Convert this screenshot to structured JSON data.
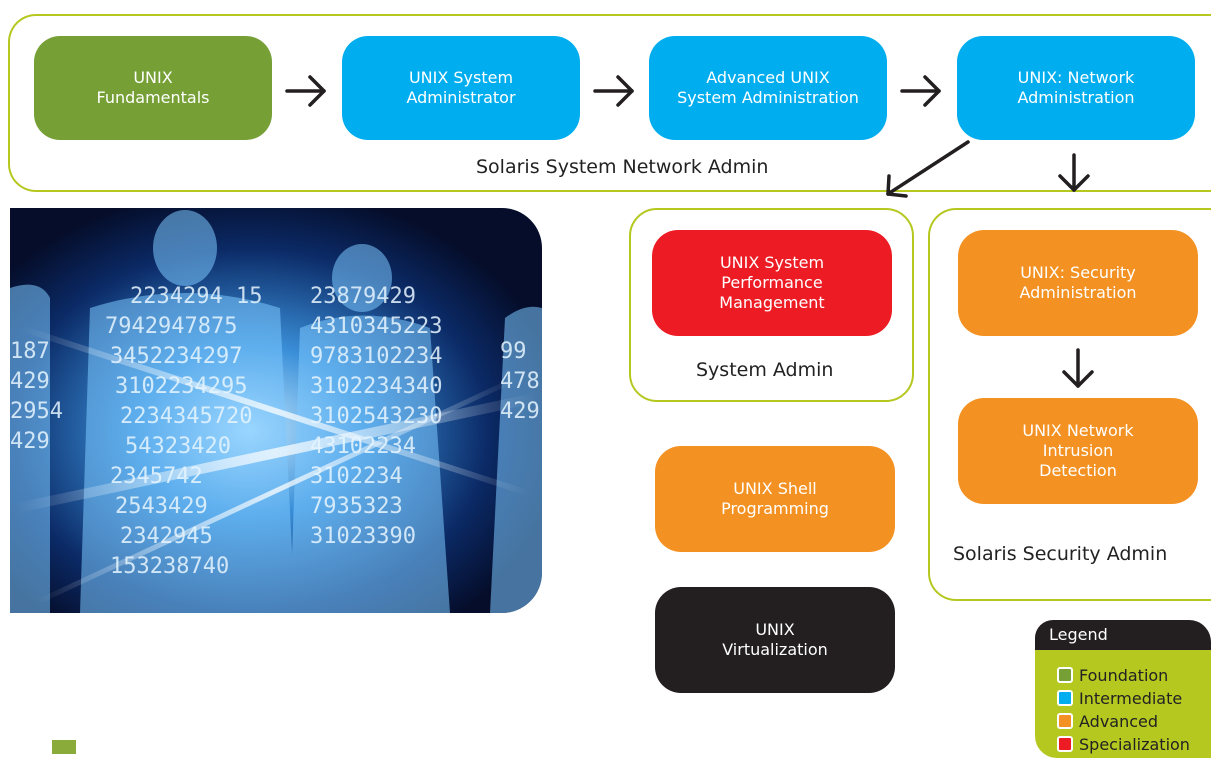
{
  "courses": {
    "unix_fundamentals": "UNIX\nFundamentals",
    "unix_system_administrator": "UNIX System\nAdministrator",
    "advanced_unix_system_administration": "Advanced UNIX\nSystem Administration",
    "unix_network_administration": "UNIX:  Network\nAdministration",
    "unix_system_performance_management": "UNIX System\nPerformance\nManagement",
    "unix_security_administration": "UNIX:  Security\nAdministration",
    "unix_network_intrusion_detection": "UNIX Network\nIntrusion\nDetection",
    "unix_shell_programming": "UNIX Shell\nProgramming",
    "unix_virtualization": "UNIX\nVirtualization"
  },
  "groups": {
    "solaris_system_network_admin": "Solaris System Network Admin",
    "system_admin": "System Admin",
    "solaris_security_admin": "Solaris Security Admin"
  },
  "legend": {
    "title": "Legend",
    "items": [
      {
        "label": "Foundation",
        "color": "#76a035"
      },
      {
        "label": "Intermediate",
        "color": "#00aeef"
      },
      {
        "label": "Advanced",
        "color": "#f39223"
      },
      {
        "label": "Specialization",
        "color": "#ed1c24"
      }
    ]
  },
  "colors": {
    "foundation": "#76a035",
    "intermediate": "#00aeef",
    "advanced": "#f39223",
    "specialization": "#ed1c24",
    "virtualization": "#231f20",
    "group_border": "#b5c820"
  },
  "image": {
    "description": "digital-human-silhouettes-image"
  }
}
